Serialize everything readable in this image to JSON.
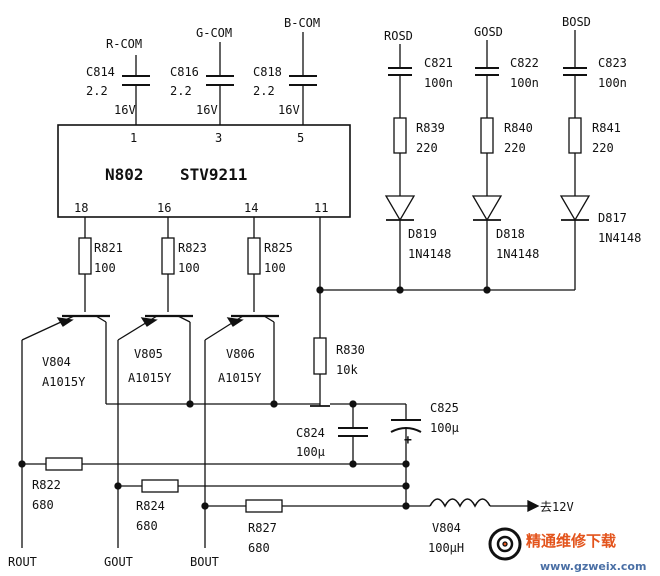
{
  "ic": {
    "designator": "N802",
    "part": "STV9211",
    "pin1": "1",
    "pin3": "3",
    "pin5": "5",
    "pin18": "18",
    "pin16": "16",
    "pin14": "14",
    "pin11": "11"
  },
  "inputs": {
    "r_com": "R-COM",
    "g_com": "G-COM",
    "b_com": "B-COM",
    "rosd": "ROSD",
    "gosd": "GOSD",
    "bosd": "BOSD"
  },
  "caps": [
    {
      "ref": "C814",
      "value": "2.2",
      "voltage": "16V"
    },
    {
      "ref": "C816",
      "value": "2.2",
      "voltage": "16V"
    },
    {
      "ref": "C818",
      "value": "2.2",
      "voltage": "16V"
    },
    {
      "ref": "C821",
      "value": "100n"
    },
    {
      "ref": "C822",
      "value": "100n"
    },
    {
      "ref": "C823",
      "value": "100n"
    },
    {
      "ref": "C824",
      "value": "100µ"
    },
    {
      "ref": "C825",
      "value": "100µ"
    }
  ],
  "resistors": [
    {
      "ref": "R839",
      "value": "220"
    },
    {
      "ref": "R840",
      "value": "220"
    },
    {
      "ref": "R841",
      "value": "220"
    },
    {
      "ref": "R821",
      "value": "100"
    },
    {
      "ref": "R823",
      "value": "100"
    },
    {
      "ref": "R825",
      "value": "100"
    },
    {
      "ref": "R830",
      "value": "10k"
    },
    {
      "ref": "R822",
      "value": "680"
    },
    {
      "ref": "R824",
      "value": "680"
    },
    {
      "ref": "R827",
      "value": "680"
    }
  ],
  "diodes": [
    {
      "ref": "D819",
      "part": "1N4148"
    },
    {
      "ref": "D818",
      "part": "1N4148"
    },
    {
      "ref": "D817",
      "part": "1N4148"
    }
  ],
  "transistors": [
    {
      "ref": "V804",
      "part": "A1015Y"
    },
    {
      "ref": "V805",
      "part": "A1015Y"
    },
    {
      "ref": "V806",
      "part": "A1015Y"
    }
  ],
  "inductor": {
    "ref": "V804",
    "value": "100µH"
  },
  "supply": {
    "label": "去12V"
  },
  "outputs": {
    "rout": "ROUT",
    "gout": "GOUT",
    "bout": "BOUT"
  },
  "watermark": {
    "title": "精通维修下载",
    "url": "www.gzweix.com"
  }
}
